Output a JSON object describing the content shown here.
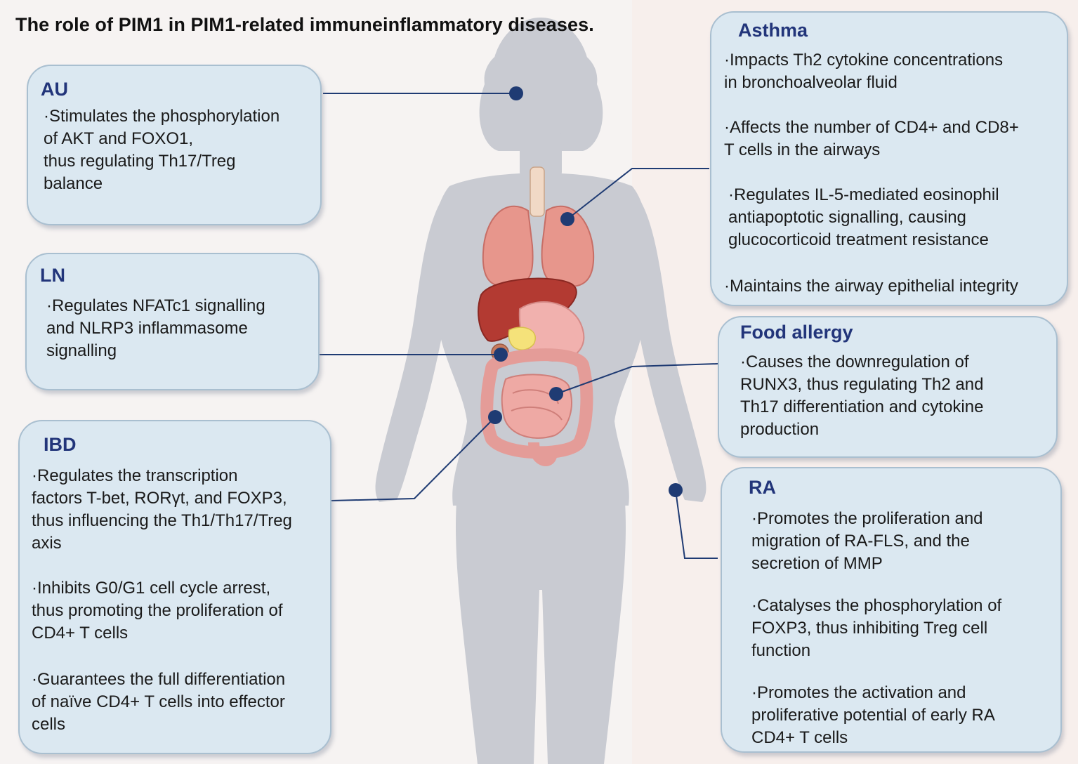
{
  "title": "The role of PIM1 in PIM1-related immuneinflammatory diseases.",
  "colors": {
    "box_fill": "#dbe8f1",
    "box_border": "#a9bfd0",
    "heading": "#22357a",
    "connector": "#1f3b73",
    "silhouette": "#c9cbd2"
  },
  "boxes": {
    "au": {
      "heading": "AU",
      "lines": [
        "·Stimulates the phosphorylation",
        "of AKT and FOXO1,",
        "thus regulating Th17/Treg",
        "balance"
      ]
    },
    "ln": {
      "heading": "LN",
      "lines": [
        "·Regulates NFATc1 signalling",
        "and NLRP3 inflammasome",
        "signalling"
      ]
    },
    "ibd": {
      "heading": "IBD",
      "lines": [
        "·Regulates the transcription",
        "factors T-bet, RORγt, and FOXP3,",
        "thus influencing the Th1/Th17/Treg",
        "axis",
        "·Inhibits G0/G1 cell cycle arrest,",
        "thus promoting the proliferation of",
        "CD4+ T cells",
        "·Guarantees the full differentiation",
        " of naïve CD4+ T cells into effector",
        "cells"
      ]
    },
    "asthma": {
      "heading": "Asthma",
      "lines": [
        "·Impacts Th2 cytokine concentrations",
        "in bronchoalveolar fluid",
        "·Affects the number of CD4+ and CD8+",
        "T cells in the airways",
        "·Regulates IL-5-mediated eosinophil",
        "antiapoptotic signalling, causing",
        "glucocorticoid treatment resistance",
        "·Maintains the airway epithelial integrity"
      ]
    },
    "food": {
      "heading": "Food allergy",
      "lines": [
        "·Causes the downregulation of",
        "RUNX3, thus regulating Th2 and",
        "Th17 differentiation and cytokine",
        "production"
      ]
    },
    "ra": {
      "heading": "RA",
      "lines": [
        "·Promotes the proliferation and",
        " migration of RA-FLS, and the",
        "secretion of MMP",
        "·Catalyses the phosphorylation of",
        "FOXP3, thus inhibiting Treg cell",
        "function",
        "·Promotes the activation and",
        "proliferative potential of early RA",
        "CD4+ T cells"
      ]
    }
  }
}
